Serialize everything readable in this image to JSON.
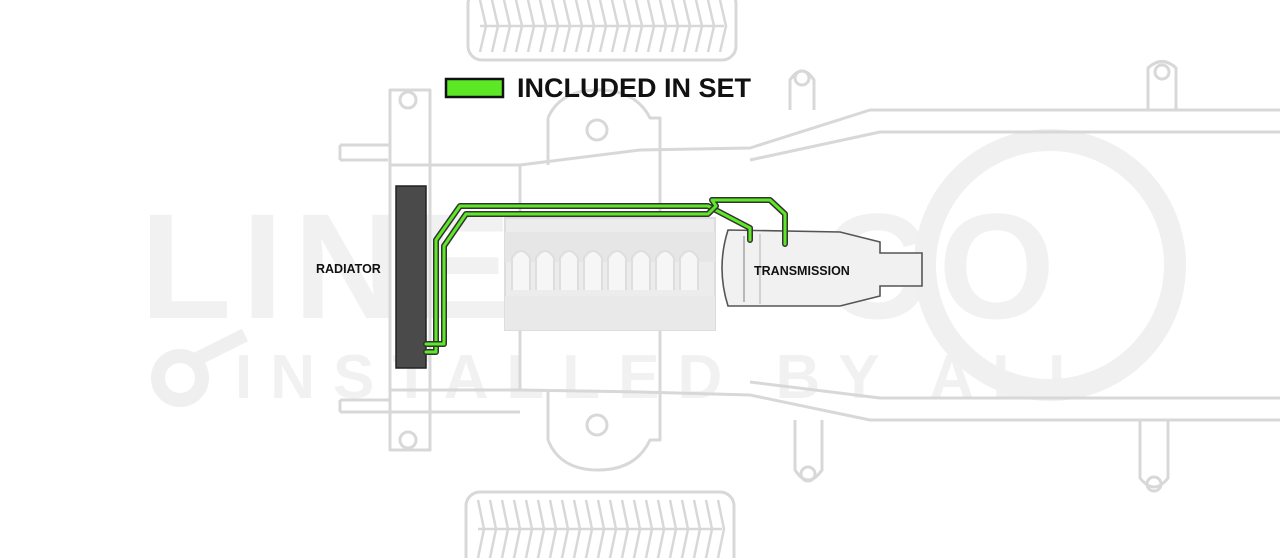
{
  "legend": {
    "label": "INCLUDED IN SET",
    "swatch_color": "#5ce825"
  },
  "labels": {
    "radiator": "RADIATOR",
    "transmission": "TRANSMISSION"
  },
  "watermark": {
    "line1": "LINE",
    "line1b": "CO",
    "line2": "INSTALLED BY ALL"
  },
  "colors": {
    "frame_outline": "#d8d8d8",
    "engine_fill": "#ececec",
    "radiator_fill": "#4a4a4a",
    "line_outline": "#333333",
    "line_fill": "#5ce825",
    "transmission_fill": "#f1f1f1"
  }
}
